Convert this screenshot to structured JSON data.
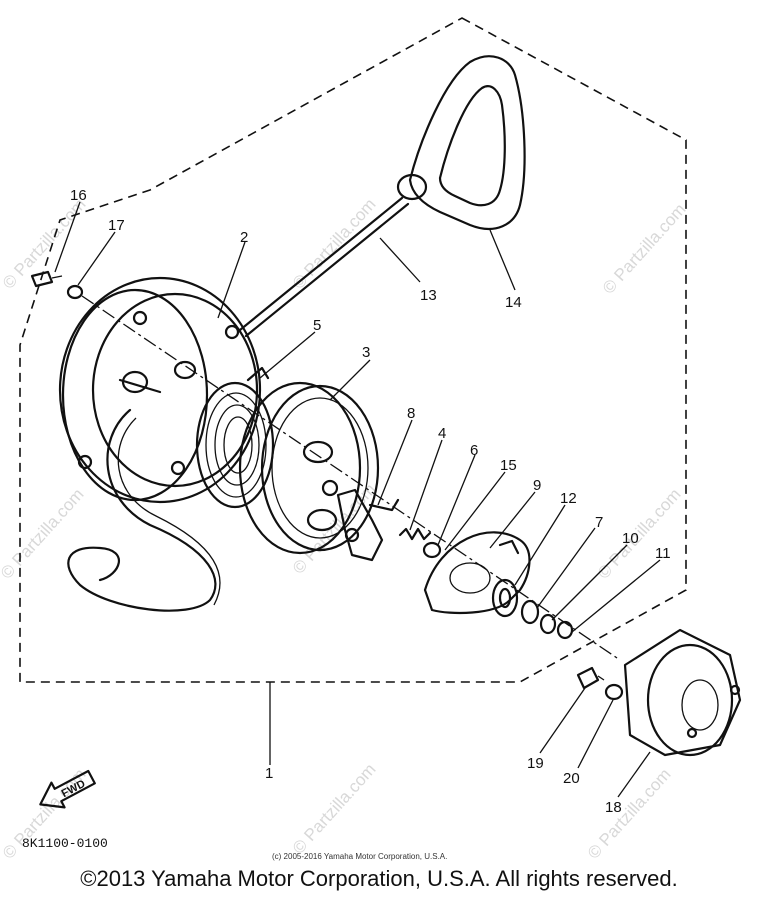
{
  "callouts": {
    "c1": "1",
    "c2": "2",
    "c3": "3",
    "c4": "4",
    "c5": "5",
    "c6": "6",
    "c7": "7",
    "c8": "8",
    "c9": "9",
    "c10": "10",
    "c11": "11",
    "c12": "12",
    "c13": "13",
    "c14": "14",
    "c15": "15",
    "c16": "16",
    "c17": "17",
    "c18": "18",
    "c19": "19",
    "c20": "20"
  },
  "fwd_label": "FWD",
  "part_code": "8K1100-0100",
  "fine_print": "(c) 2005-2016 Yamaha Motor Corporation, U.S.A.",
  "copyright": "©2013 Yamaha Motor Corporation, U.S.A. All rights reserved.",
  "watermark": "© Partzilla.com"
}
